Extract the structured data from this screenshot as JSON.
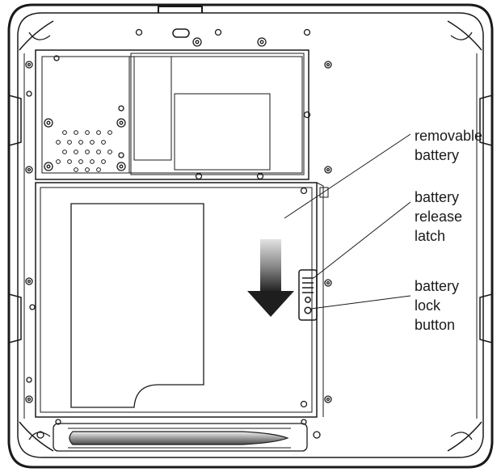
{
  "labels": {
    "removable_battery": [
      "removable",
      "battery"
    ],
    "battery_release_latch": [
      "battery",
      "release",
      "latch"
    ],
    "battery_lock_button": [
      "battery",
      "lock",
      "button"
    ]
  },
  "colors": {
    "line": "#1a1a1a",
    "arrow_dark": "#222222",
    "arrow_light": "#d0d0d0",
    "background": "#ffffff"
  },
  "icons": {
    "direction": "down-arrow-icon",
    "latch": "latch-icon",
    "lock": "lock-button-icon",
    "screw": "screw-icon"
  }
}
